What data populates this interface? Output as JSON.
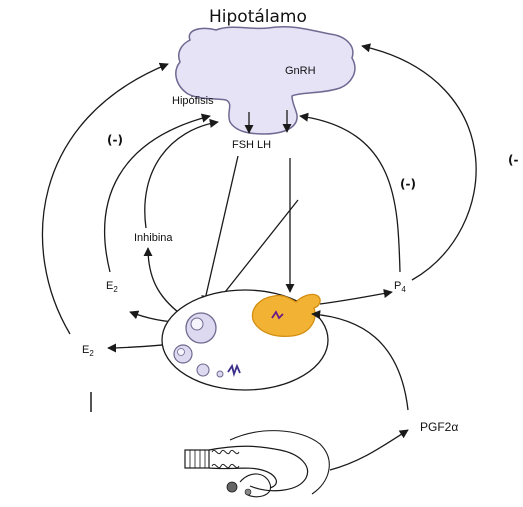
{
  "labels": {
    "hypothalamus": "Hipotálamo",
    "gnrh": "GnRH",
    "pituitary": "Hipófisis",
    "fsh_lh": "FSH LH",
    "inhibin": "Inhibina",
    "e2_upper": "E",
    "e2_upper_sub": "2",
    "e2_lower": "E",
    "e2_lower_sub": "2",
    "p4": "P",
    "p4_sub": "4",
    "pgf2a": "PGF2α",
    "neg_left": "(-)",
    "neg_right": "(-)",
    "neg_far_right": "(-"
  },
  "colors": {
    "hypothalamus_fill": "#e6e3f6",
    "hypothalamus_stroke": "#6e6a92",
    "corpus_luteum_fill": "#f2b233",
    "corpus_luteum_stroke": "#d48e12",
    "follicle_fill": "#ddd9f0",
    "follicle_stroke": "#6f6a8f"
  }
}
